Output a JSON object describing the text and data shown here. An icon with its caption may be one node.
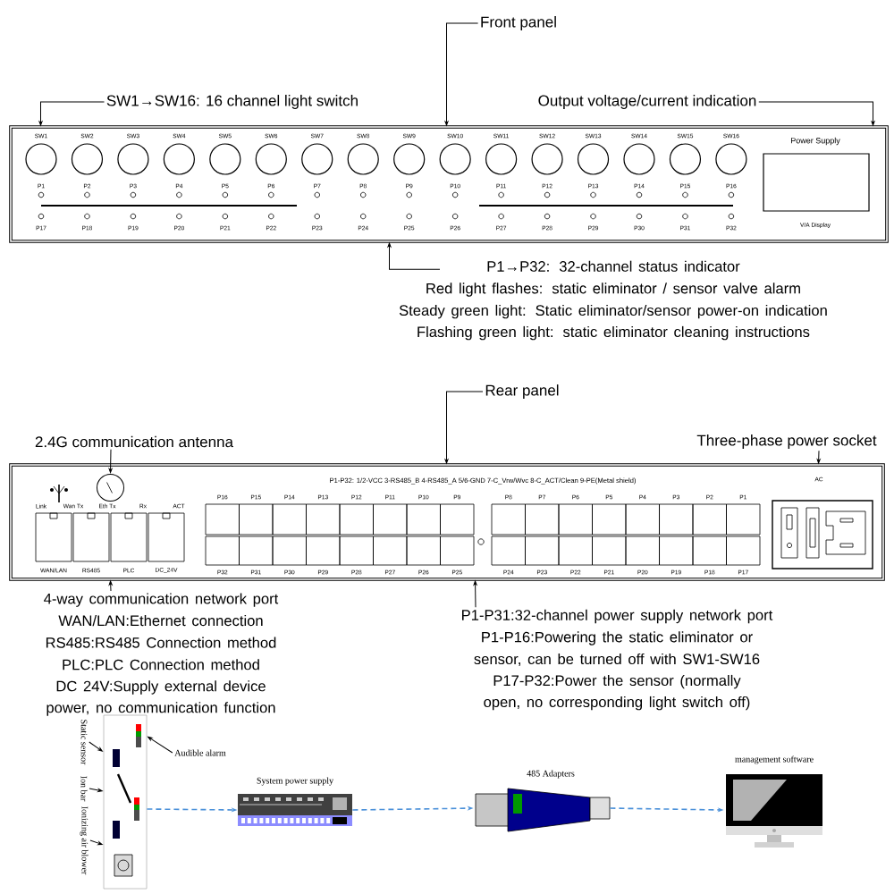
{
  "diagram": {
    "nodes": [
      {
        "text": [
          "Front panel"
        ]
      },
      {
        "text": [],
        "shape": "box"
      },
      {
        "text": [
          "SW1→SW16: 16 channel light switch"
        ]
      },
      {
        "text": [
          "Output voltage/current indication"
        ]
      },
      {
        "text": [
          "P1→P32: 32-channel status indicator",
          "Red light flashes: static eliminator / sensor valve alarm",
          "Steady green light: Static eliminator/sensor power-on indication",
          "Flashing green light: static eliminator cleaning instructions"
        ]
      },
      {
        "text": [
          "Rear panel"
        ]
      },
      {
        "text": [],
        "shape": "box"
      },
      {
        "text": [
          "2.4G communication antenna"
        ]
      },
      {
        "text": [
          "Three-phase power socket"
        ]
      },
      {
        "text": [],
        "shape": "circle",
        "in": 6
      },
      {
        "text": [
          "4-way communication network port",
          "WAN/LAN:Ethernet connection",
          "RS485:RS485 Connection method",
          "PLC:PLC Connection method",
          "DC 24V:Supply external device power, no communication function"
        ]
      },
      {
        "text": [
          "P1-P31:32-channel power supply network port",
          "P1-P16:Powering the static eliminator or sensor, can be turned off with SW1-SW16",
          "P17-P32:Power the sensor (normally open, no corresponding light switch off)"
        ]
      },
      {
        "text": [],
        "shape": "picture"
      },
      {
        "text": [
          "Static sensor"
        ]
      },
      {
        "text": [
          "Ion bar"
        ]
      },
      {
        "text": [
          "Ionizing air blower"
        ]
      },
      {
        "text": [
          "Audible alarm"
        ]
      },
      {
        "text": [],
        "shape": "picture",
        "beside": [
          "System power supply"
        ]
      },
      {
        "text": [],
        "shape": "picture",
        "beside": [
          "485 Adapters"
        ]
      },
      {
        "text": [],
        "shape": "picture",
        "beside": [
          "management software"
        ]
      }
    ],
    "edges": [
      {
        "from": 0,
        "to": 1,
        "arrow": "to"
      },
      {
        "from": 2,
        "to": 1,
        "arrow": "to"
      },
      {
        "from": 3,
        "to": 1,
        "arrow": "to"
      },
      {
        "from": 4,
        "to": 1,
        "arrow": "to"
      },
      {
        "from": 5,
        "to": 6,
        "arrow": "to"
      },
      {
        "from": 7,
        "to": 9,
        "arrow": "to"
      },
      {
        "from": 8,
        "to": 6,
        "arrow": "to"
      },
      {
        "from": 10,
        "to": 6,
        "arrow": "to"
      },
      {
        "from": 11,
        "to": 6,
        "arrow": "to"
      },
      {
        "from": 13,
        "to": 12,
        "arrow": "to"
      },
      {
        "from": 14,
        "to": 12,
        "arrow": "to"
      },
      {
        "from": 15,
        "to": 12,
        "arrow": "to"
      },
      {
        "from": 16,
        "to": 12,
        "arrow": "to"
      },
      {
        "from": 12,
        "to": 17,
        "arrow": "to",
        "style": "dashed",
        "color": "#4a90d9"
      },
      {
        "from": 17,
        "to": 18,
        "arrow": "to",
        "style": "dashed",
        "color": "#4a90d9"
      },
      {
        "from": 18,
        "to": 19,
        "arrow": "to",
        "style": "dashed",
        "color": "#4a90d9"
      }
    ],
    "labels": [
      "SW1",
      "SW2",
      "SW3",
      "SW4",
      "SW5",
      "SW6",
      "SW7",
      "SW8",
      "SW9",
      "SW10",
      "SW11",
      "SW12",
      "SW13",
      "SW14",
      "SW15",
      "SW16",
      "P1",
      "P2",
      "P3",
      "P4",
      "P5",
      "P6",
      "P7",
      "P8",
      "P9",
      "P10",
      "P11",
      "P12",
      "P13",
      "P14",
      "P15",
      "P16",
      "P17",
      "P18",
      "P19",
      "P20",
      "P21",
      "P22",
      "P23",
      "P24",
      "P25",
      "P26",
      "P27",
      "P28",
      "P29",
      "P30",
      "P31",
      "P32",
      "Power Supply",
      "V/A Display",
      "Link",
      "Wan Tx",
      "Eth Tx",
      "Rx",
      "ACT",
      "P1-P32: 1/2-VCC   3-RS485_B   4-RS485_A   5/6-GND   7-C_Vrw/Wvc   8-C_ACT/Clean   9-PE(Metal shield)",
      "P16",
      "P15",
      "P14",
      "P13",
      "P12",
      "P11",
      "P10",
      "P9",
      "P8",
      "P7",
      "P6",
      "P5",
      "P4",
      "P3",
      "P2",
      "P1",
      "AC",
      "WAN/LAN",
      "RS485",
      "PLC",
      "DC_24V",
      "P32",
      "P31",
      "P30",
      "P29",
      "P28",
      "P27",
      "P26",
      "P25",
      "P24",
      "P23",
      "P22",
      "P21",
      "P20",
      "P19",
      "P18",
      "P17"
    ]
  }
}
